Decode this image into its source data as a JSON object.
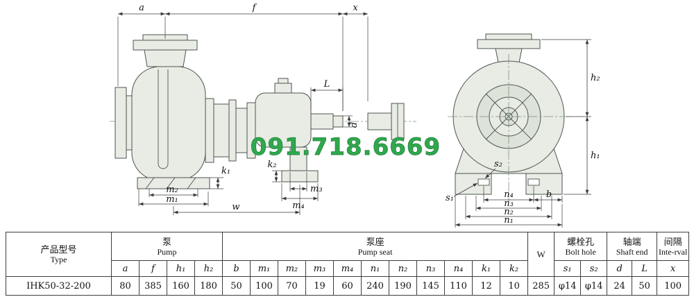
{
  "watermark": {
    "text": "091.718.6669",
    "color": "#2fa84e"
  },
  "diagram": {
    "labels": {
      "a": "a",
      "f": "f",
      "x": "x",
      "L": "L",
      "d": "d",
      "w": "w",
      "b": "b",
      "k1": "k₁",
      "k2": "k₂",
      "m1": "m₁",
      "m2": "m₂",
      "m3": "m₃",
      "m4": "m₄",
      "h1": "h₁",
      "h2": "h₂",
      "s1": "s₁",
      "s2": "s₂",
      "n1": "n₁",
      "n2": "n₂",
      "n3": "n₃",
      "n4": "n₄"
    }
  },
  "table": {
    "product_type": {
      "zh": "产品型号",
      "en": "Type"
    },
    "groups": {
      "pump": {
        "zh": "泵",
        "en": "Pump"
      },
      "pump_seat": {
        "zh": "泵座",
        "en": "Pump seat"
      },
      "w": "W",
      "bolt_hole": {
        "zh": "螺栓孔",
        "en": "Bolt hole"
      },
      "shaft_end": {
        "zh": "轴端",
        "en": "Shaft end"
      },
      "interval": {
        "zh": "间隔",
        "en": "Inte-rval"
      }
    },
    "subheaders": [
      "a",
      "f",
      "h₁",
      "h₂",
      "b",
      "m₁",
      "m₂",
      "m₃",
      "m₄",
      "n₁",
      "n₂",
      "n₃",
      "n₄",
      "k₁",
      "k₂",
      "s₁",
      "s₂",
      "d",
      "L",
      "x"
    ],
    "row": {
      "type": "IHK50-32-200",
      "values": [
        "80",
        "385",
        "160",
        "180",
        "50",
        "100",
        "70",
        "19",
        "60",
        "240",
        "190",
        "145",
        "110",
        "12",
        "10",
        "285",
        "φ14",
        "φ14",
        "24",
        "50",
        "100"
      ]
    }
  }
}
